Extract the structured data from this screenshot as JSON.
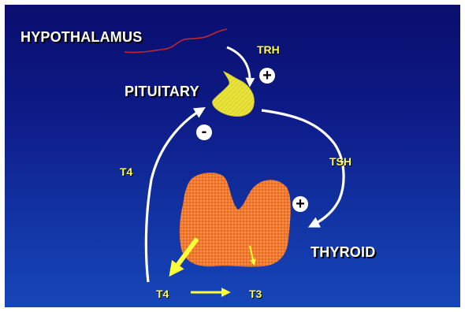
{
  "labels": {
    "hypothalamus": "HYPOTHALAMUS",
    "pituitary": "PITUITARY",
    "thyroid": "THYROID",
    "trh": "TRH",
    "tsh": "TSH",
    "t4_side": "T4",
    "t4_bottom": "T4",
    "t3": "T3"
  },
  "signs": {
    "trh_sign": "+",
    "pituitary_sign": "-",
    "tsh_sign": "+"
  },
  "colors": {
    "background_top": "#0a0e6e",
    "background_bottom": "#1646b9",
    "hypothalamus_line": "#c0282e",
    "pituitary": "#e8e23a",
    "thyroid": "#f07a30",
    "hormone_arrow": "#ffff3a",
    "feedback_arrow": "#ffffff"
  }
}
